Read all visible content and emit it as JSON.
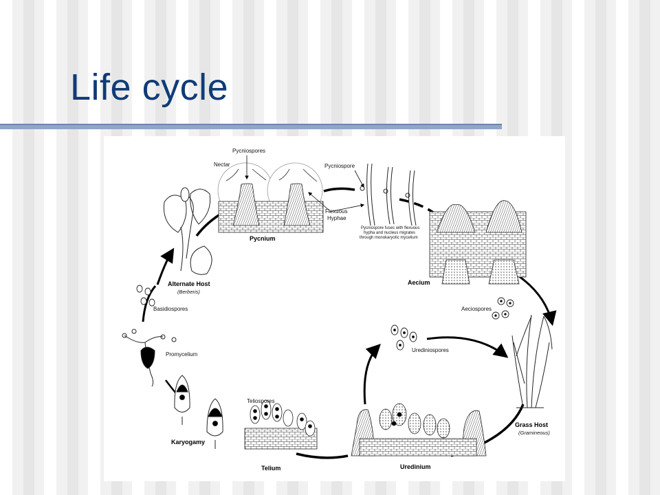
{
  "slide": {
    "title": "Life cycle"
  },
  "diagram": {
    "stages": {
      "pycnium": "Pycnium",
      "aecium": "Aecium",
      "grass_host": "Grass Host",
      "grass_host_sub": "(Gramineous)",
      "uredinium": "Uredinium",
      "telium": "Telium",
      "karyogamy": "Karyogamy",
      "alternate_host": "Alternate Host",
      "alternate_host_sub": "(Berberis)"
    },
    "labels": {
      "pycniospores": "Pycniospores",
      "nectar": "Nectar",
      "pycniospore": "Pycniospore",
      "flexuous_hyphae_1": "Flexuous",
      "flexuous_hyphae_2": "Hyphae",
      "fusion_note_1": "Pycniospore fuses with flexuous",
      "fusion_note_2": "hypha and nucleus migrates",
      "fusion_note_3": "through monokaryotic mycelium",
      "aeciospores": "Aeciospores",
      "urediniospores": "Urediniospores",
      "teliospores": "Teliospores",
      "promycelium": "Promycelium",
      "basidiospores": "Basidiospores"
    }
  }
}
